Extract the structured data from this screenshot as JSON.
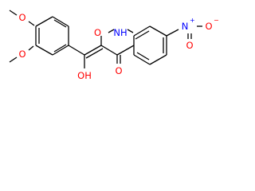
{
  "molecule": {
    "atoms": {
      "methoxy_o_top": "O",
      "methoxy_o_bottom": "O",
      "hydroxyl": "OH",
      "ketone_o": "O",
      "lactam_o": "O",
      "ring_nh": "NH",
      "nitro_n": "N",
      "nitro_n_charge": "+",
      "nitro_o_right": "O",
      "nitro_o_right_charge": "−",
      "nitro_o_bottom": "O"
    },
    "colors": {
      "oxygen": "#ff0000",
      "nitrogen": "#0000ff",
      "carbon_bond": "#000000",
      "background": "#ffffff"
    }
  }
}
